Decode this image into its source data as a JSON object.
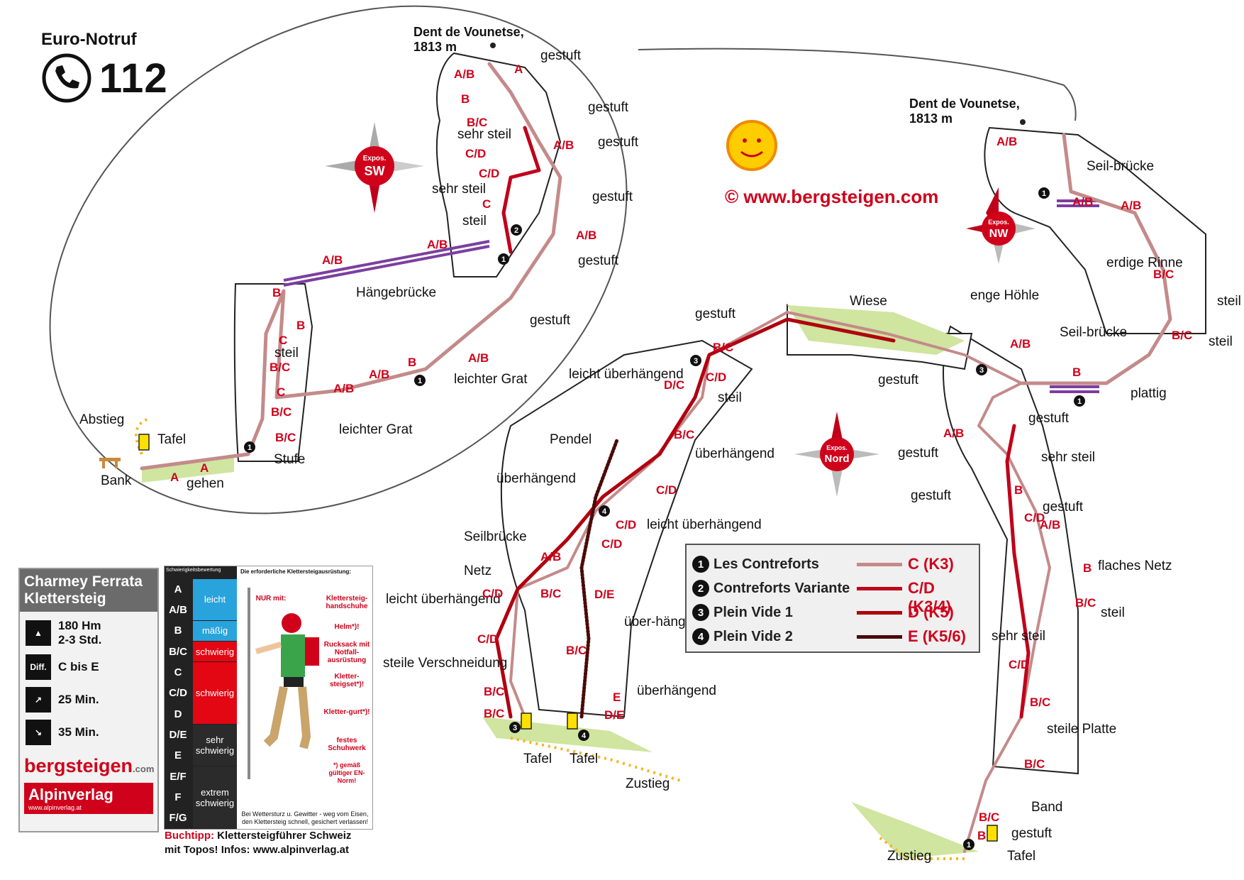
{
  "emergency": {
    "title": "Euro-Notruf",
    "number": "112",
    "icon": "phone-icon"
  },
  "copyright": "© www.bergsteigen.com",
  "peak": {
    "name": "Dent de Vounetse,",
    "height": "1813 m"
  },
  "exposure": {
    "sw": {
      "word": "Expos.",
      "dir": "SW"
    },
    "nord": {
      "word": "Expos.",
      "dir": "Nord"
    },
    "nw": {
      "word": "Expos.",
      "dir": "NW"
    }
  },
  "colors": {
    "route1": "#c48a8a",
    "route2": "#c0001a",
    "route3": "#b0000f",
    "route4": "#4a0a08",
    "grade": "#d0021b",
    "bridge": "#7b3fa0",
    "approach": "#f5b51d"
  },
  "legend": [
    {
      "num": "1",
      "name": "Les Contreforts",
      "grade": "C (K3)",
      "color": "#c48a8a"
    },
    {
      "num": "2",
      "name": "Contreforts Variante",
      "grade": "C/D (K3/4)",
      "color": "#c0001a"
    },
    {
      "num": "3",
      "name": "Plein Vide 1",
      "grade": "D (K5)",
      "color": "#b0000f"
    },
    {
      "num": "4",
      "name": "Plein Vide 2",
      "grade": "E (K5/6)",
      "color": "#4a0a08"
    }
  ],
  "info": {
    "title": "Charmey Ferrata Klettersteig",
    "height_gain": "180 Hm",
    "duration": "2-3 Std.",
    "diff_label": "Diff.",
    "difficulty": "C bis E",
    "approach_time": "25 Min.",
    "descent_time": "35 Min.",
    "brand": "bergsteigen",
    "brand_suffix": ".com",
    "publisher": "Alpinverlag",
    "publisher_url": "www.alpinverlag.at"
  },
  "grading": {
    "title": "Schwierigkeitsbewertung",
    "equip_title": "Die erforderliche Klettersteigausrüstung:",
    "grades": [
      "A",
      "A/B",
      "B",
      "B/C",
      "C",
      "C/D",
      "D",
      "D/E",
      "E",
      "E/F",
      "F",
      "F/G"
    ],
    "bands": [
      {
        "label": "leicht",
        "color": "#29a3dc"
      },
      {
        "label": "mäßig",
        "color": "#29a3dc"
      },
      {
        "label": "schwierig",
        "color": "#e30613"
      },
      {
        "label": "schwierig",
        "color": "#e30613"
      },
      {
        "label": "sehr schwierig",
        "color": "#2b2b2b"
      },
      {
        "label": "extrem schwierig",
        "color": "#2b2b2b"
      }
    ],
    "notes": [
      "NUR mit:",
      "Klettersteig-handschuhe",
      "Helm*)!",
      "Rucksack mit Notfall-ausrüstung",
      "Kletter-steigset*)!",
      "Kletter-gurt*)!",
      "festes Schuhwerk",
      "*) gemäß gültiger EN-Norm!"
    ],
    "footer": "Bei Wettersturz u. Gewitter - weg vom Eisen, den Klettersteig schnell, gesichert verlassen!",
    "book_tip_label": "Buchtipp:",
    "book_tip": "Klettersteigführer Schweiz",
    "book_tip2": "mit Topos! Infos: www.alpinverlag.at"
  },
  "labels": {
    "abstieg": "Abstieg",
    "tafel": "Tafel",
    "bank": "Bank",
    "gehen": "gehen",
    "stufe": "Stufe",
    "leichter_grat": "leichter Grat",
    "haengebruecke": "Hängebrücke",
    "steil": "steil",
    "sehr_steil": "sehr steil",
    "gestuft": "gestuft",
    "wiese": "Wiese",
    "enge_hoehle": "enge Höhle",
    "seilbruecke": "Seilbrücke",
    "seil_bruecke": "Seil-brücke",
    "erdige_rinne": "erdige Rinne",
    "plattig": "plattig",
    "flaches_netz": "flaches Netz",
    "steile_platte": "steile Platte",
    "band": "Band",
    "zustieg": "Zustieg",
    "leicht_ueberhaengend": "leicht überhängend",
    "ueberhaengend": "überhängend",
    "ueber_haengend": "über-hängend",
    "pendel": "Pendel",
    "netz": "Netz",
    "leicht_ueberhaengend2": "leicht überhängend",
    "steile_verschneidung": "steile Verschneidung"
  }
}
